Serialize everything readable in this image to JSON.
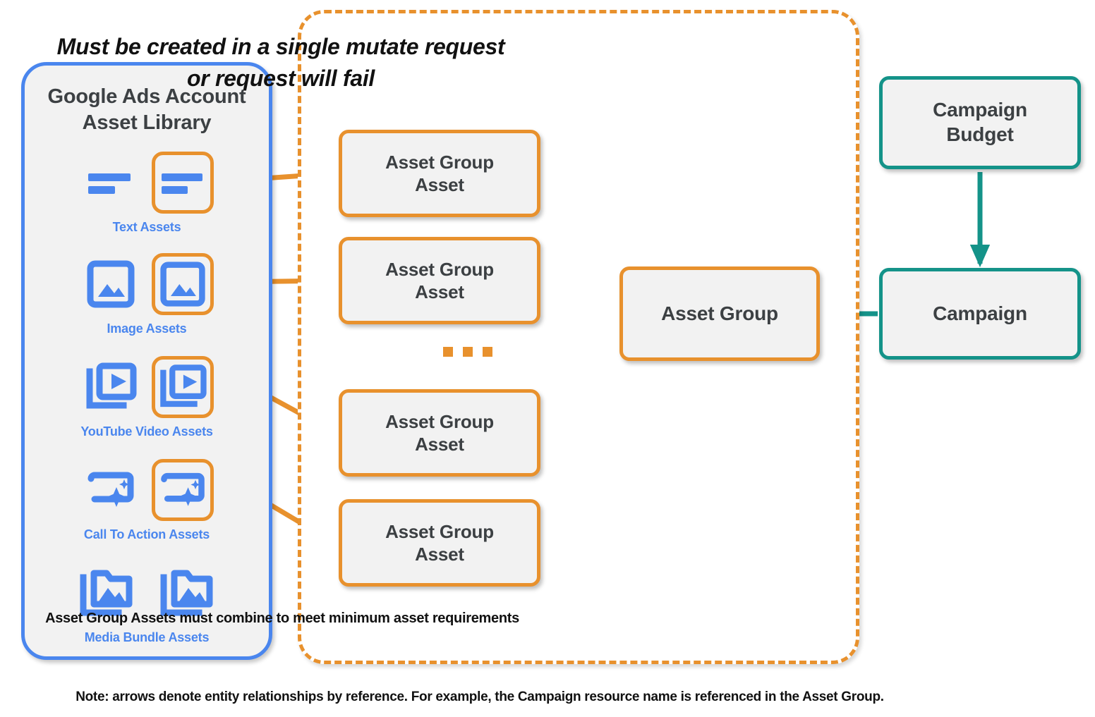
{
  "library": {
    "title_line1": "Google Ads Account",
    "title_line2": "Asset Library",
    "border_color": "#4a86ee",
    "icon_color": "#4a86ee",
    "highlight_color": "#e8912d",
    "assets": [
      {
        "caption": "Text Assets",
        "icon": "text-lines-icon",
        "highlighted": true
      },
      {
        "caption": "Image Assets",
        "icon": "image-icon",
        "highlighted": true
      },
      {
        "caption": "YouTube Video  Assets",
        "icon": "video-stack-icon",
        "highlighted": true
      },
      {
        "caption": "Call To Action Assets",
        "icon": "call-to-action-sparkle-icon",
        "highlighted": true
      },
      {
        "caption": "Media Bundle  Assets",
        "icon": "media-bundle-folder-icon",
        "highlighted": false
      }
    ]
  },
  "mutate_group": {
    "header_line1": "Must be created in a single mutate request",
    "header_line2": "or request will fail",
    "footer": "Asset Group Assets must combine to meet minimum asset requirements",
    "border_color": "#e8912d",
    "asset_group_assets": [
      {
        "label_line1": "Asset Group",
        "label_line2": "Asset"
      },
      {
        "label_line1": "Asset Group",
        "label_line2": "Asset"
      },
      {
        "label_line1": "Asset Group",
        "label_line2": "Asset"
      },
      {
        "label_line1": "Asset Group",
        "label_line2": "Asset"
      }
    ],
    "ellipsis": "..."
  },
  "asset_group": {
    "label": "Asset Group",
    "border_color": "#e8912d"
  },
  "campaign_side": {
    "budget_line1": "Campaign",
    "budget_line2": "Budget",
    "campaign_label": "Campaign",
    "border_color": "#149389"
  },
  "note": "Note: arrows denote entity relationships by reference. For example, the Campaign resource name is referenced in the Asset Group."
}
